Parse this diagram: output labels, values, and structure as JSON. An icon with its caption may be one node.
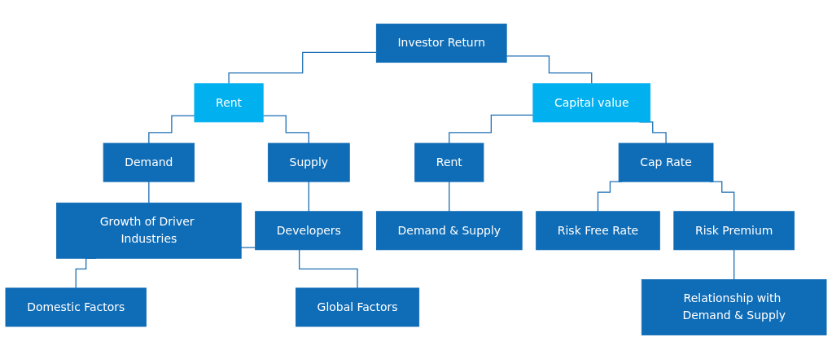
{
  "diagram": {
    "nodes": [
      {
        "text": [
          "Investor Return"
        ]
      },
      {
        "text": [
          "Rent"
        ]
      },
      {
        "text": [
          "Capital value"
        ]
      },
      {
        "text": [
          "Demand"
        ]
      },
      {
        "text": [
          "Supply"
        ]
      },
      {
        "text": [
          "Rent"
        ]
      },
      {
        "text": [
          "Cap Rate"
        ]
      },
      {
        "text": [
          "Growth of Driver Industries"
        ]
      },
      {
        "text": [
          "Developers"
        ]
      },
      {
        "text": [
          "Demand & Supply"
        ]
      },
      {
        "text": [
          "Domestic Factors"
        ]
      },
      {
        "text": [
          "Global Factors"
        ]
      },
      {
        "text": [
          "Risk Free Rate"
        ]
      },
      {
        "text": [
          "Risk Premium"
        ]
      },
      {
        "text": [
          "Relationship with Demand & Supply"
        ]
      }
    ],
    "edges": [
      {
        "from": 0,
        "to": 1,
        "arrow": "none"
      },
      {
        "from": 0,
        "to": 2,
        "arrow": "none"
      },
      {
        "from": 1,
        "to": 3,
        "arrow": "none"
      },
      {
        "from": 1,
        "to": 4,
        "arrow": "none"
      },
      {
        "from": 2,
        "to": 5,
        "arrow": "none"
      },
      {
        "from": 2,
        "to": 6,
        "arrow": "none"
      },
      {
        "from": 3,
        "to": 7,
        "arrow": "none"
      },
      {
        "from": 4,
        "to": 8,
        "arrow": "none"
      },
      {
        "from": 5,
        "to": 9,
        "arrow": "none"
      },
      {
        "from": 7,
        "to": 10,
        "arrow": "none"
      },
      {
        "from": 7,
        "to": 11,
        "arrow": "none"
      },
      {
        "from": 6,
        "to": 12,
        "arrow": "none"
      },
      {
        "from": 6,
        "to": 13,
        "arrow": "none"
      },
      {
        "from": 13,
        "to": 14,
        "arrow": "none"
      }
    ]
  }
}
